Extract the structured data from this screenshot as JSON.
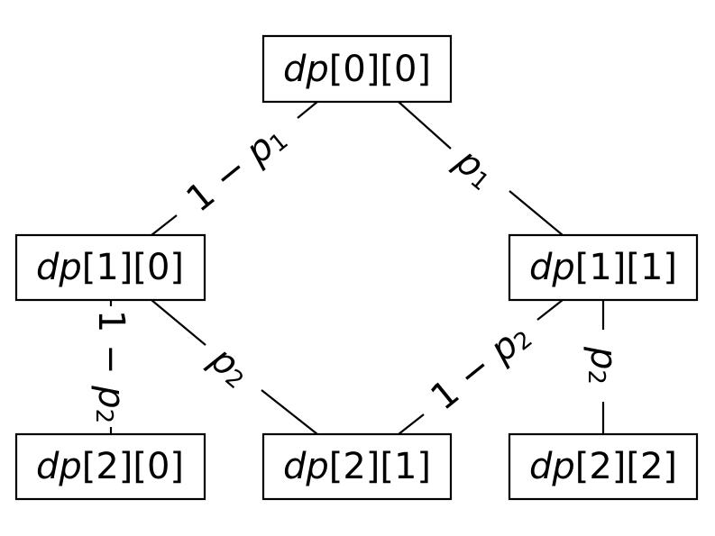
{
  "nodes": {
    "dp00": {
      "name": "dp",
      "index": "[0][0]"
    },
    "dp10": {
      "name": "dp",
      "index": "[1][0]"
    },
    "dp11": {
      "name": "dp",
      "index": "[1][1]"
    },
    "dp20": {
      "name": "dp",
      "index": "[2][0]"
    },
    "dp21": {
      "name": "dp",
      "index": "[2][1]"
    },
    "dp22": {
      "name": "dp",
      "index": "[2][2]"
    }
  },
  "edges": {
    "e00_10": {
      "prefix": "1 − ",
      "var": "p",
      "sub": "1"
    },
    "e00_11": {
      "prefix": "",
      "var": "p",
      "sub": "1"
    },
    "e10_20": {
      "prefix": "1 − ",
      "var": "p",
      "sub": "2"
    },
    "e10_21": {
      "prefix": "",
      "var": "p",
      "sub": "2"
    },
    "e11_21": {
      "prefix": "1 − ",
      "var": "p",
      "sub": "2"
    },
    "e11_22": {
      "prefix": "",
      "var": "p",
      "sub": "2"
    }
  }
}
